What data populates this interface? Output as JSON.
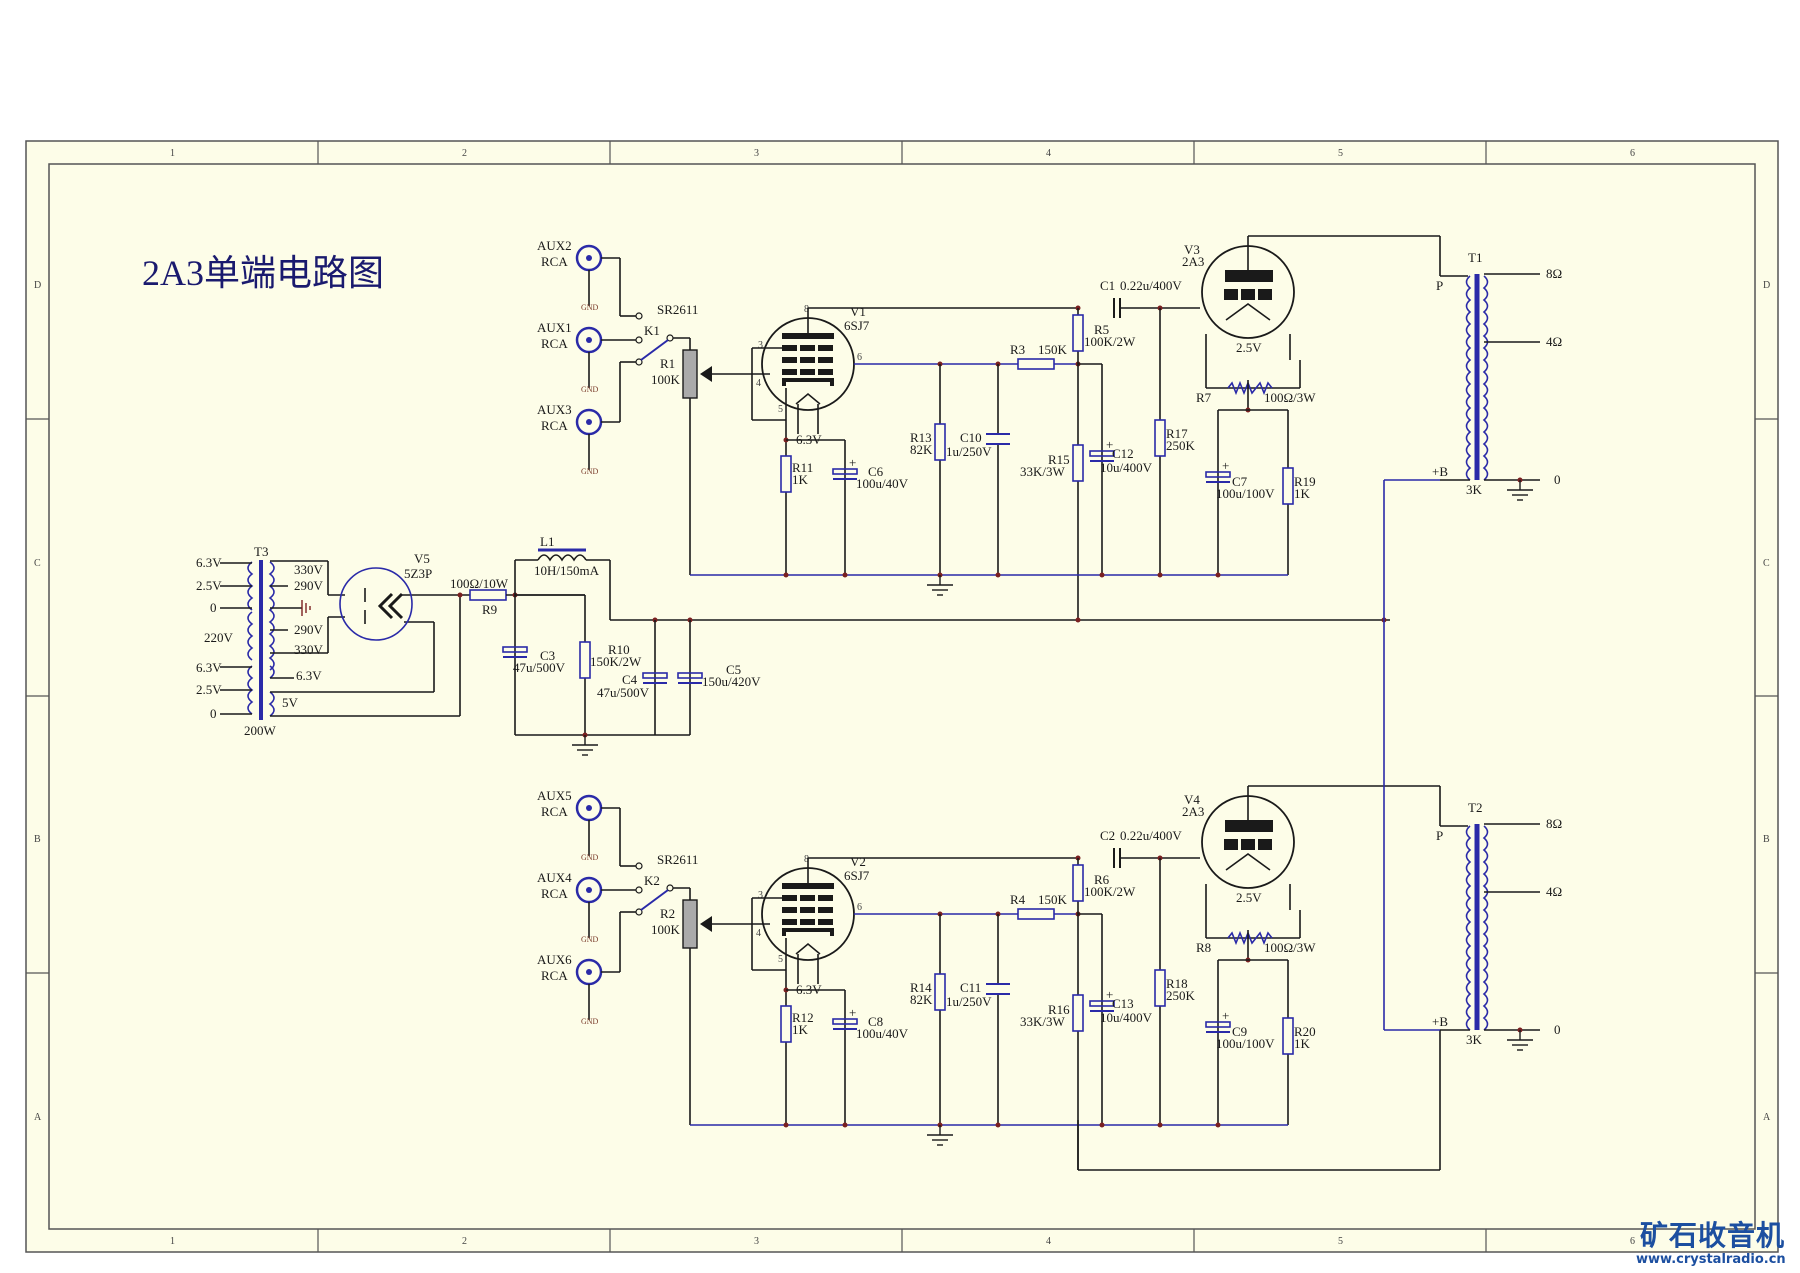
{
  "title": "2A3单端电路图",
  "frame": {
    "columns": [
      "1",
      "2",
      "3",
      "4",
      "5",
      "6"
    ],
    "rows": [
      "D",
      "C",
      "B",
      "A"
    ],
    "background": "#fdfde8"
  },
  "watermark": {
    "name": "矿石收音机",
    "url": "www.crystalradio.cn",
    "color": "#1c4fa0"
  },
  "channels": [
    {
      "id": "upper",
      "inputs": [
        {
          "ref": "AUX2",
          "type": "RCA",
          "gnd": "GND"
        },
        {
          "ref": "AUX1",
          "type": "RCA",
          "gnd": "GND"
        },
        {
          "ref": "AUX3",
          "type": "RCA",
          "gnd": "GND"
        }
      ],
      "switch": {
        "ref": "K1",
        "part": "SR2611"
      },
      "volume": {
        "ref": "R1",
        "value": "100K"
      },
      "driver": {
        "ref": "V1",
        "type": "6SJ7",
        "heater": "6.3V",
        "pins": [
          "8",
          "3",
          "6",
          "4",
          "5"
        ]
      },
      "cathode_r": {
        "ref": "R11",
        "value": "1K"
      },
      "cathode_c": {
        "ref": "C6",
        "value": "100u/40V"
      },
      "screen_r": {
        "ref": "R13",
        "value": "82K"
      },
      "screen_c": {
        "ref": "C10",
        "value": "1u/250V"
      },
      "plate_feed": {
        "ref": "R3",
        "value": "150K"
      },
      "plate_load": {
        "ref": "R5",
        "value": "100K/2W"
      },
      "decouple_r": {
        "ref": "R15",
        "value": "33K/3W"
      },
      "decouple_c": {
        "ref": "C12",
        "value": "10u/400V"
      },
      "coupling_c": {
        "ref": "C1",
        "value": "0.22u/400V"
      },
      "grid_r": {
        "ref": "R17",
        "value": "250K"
      },
      "output": {
        "ref": "V3",
        "type": "2A3",
        "heater": "2.5V"
      },
      "hum_pot": {
        "ref": "R7",
        "value": "100Ω/3W"
      },
      "bias_c": {
        "ref": "C7",
        "value": "100u/100V"
      },
      "bias_r": {
        "ref": "R19",
        "value": "1K"
      },
      "opt": {
        "ref": "T1",
        "primary": "P",
        "bplus": "+B",
        "impedance": "3K",
        "taps": [
          "8Ω",
          "4Ω",
          "0"
        ]
      }
    },
    {
      "id": "lower",
      "inputs": [
        {
          "ref": "AUX5",
          "type": "RCA",
          "gnd": "GND"
        },
        {
          "ref": "AUX4",
          "type": "RCA",
          "gnd": "GND"
        },
        {
          "ref": "AUX6",
          "type": "RCA",
          "gnd": "GND"
        }
      ],
      "switch": {
        "ref": "K2",
        "part": "SR2611"
      },
      "volume": {
        "ref": "R2",
        "value": "100K"
      },
      "driver": {
        "ref": "V2",
        "type": "6SJ7",
        "heater": "6.3V",
        "pins": [
          "8",
          "3",
          "6",
          "4",
          "5"
        ]
      },
      "cathode_r": {
        "ref": "R12",
        "value": "1K"
      },
      "cathode_c": {
        "ref": "C8",
        "value": "100u/40V"
      },
      "screen_r": {
        "ref": "R14",
        "value": "82K"
      },
      "screen_c": {
        "ref": "C11",
        "value": "1u/250V"
      },
      "plate_feed": {
        "ref": "R4",
        "value": "150K"
      },
      "plate_load": {
        "ref": "R6",
        "value": "100K/2W"
      },
      "decouple_r": {
        "ref": "R16",
        "value": "33K/3W"
      },
      "decouple_c": {
        "ref": "C13",
        "value": "10u/400V"
      },
      "coupling_c": {
        "ref": "C2",
        "value": "0.22u/400V"
      },
      "grid_r": {
        "ref": "R18",
        "value": "250K"
      },
      "output": {
        "ref": "V4",
        "type": "2A3",
        "heater": "2.5V"
      },
      "hum_pot": {
        "ref": "R8",
        "value": "100Ω/3W"
      },
      "bias_c": {
        "ref": "C9",
        "value": "100u/100V"
      },
      "bias_r": {
        "ref": "R20",
        "value": "1K"
      },
      "opt": {
        "ref": "T2",
        "primary": "P",
        "bplus": "+B",
        "impedance": "3K",
        "taps": [
          "8Ω",
          "4Ω",
          "0"
        ]
      }
    }
  ],
  "psu": {
    "transformer": {
      "ref": "T3",
      "power": "200W",
      "primary_taps": [
        "6.3V",
        "2.5V",
        "0",
        "220V",
        "6.3V",
        "2.5V",
        "0"
      ],
      "secondary_taps": [
        "330V",
        "290V",
        "290V",
        "330V",
        "6.3V",
        "5V"
      ]
    },
    "rectifier": {
      "ref": "V5",
      "type": "5Z3P"
    },
    "series_r": {
      "ref": "R9",
      "value": "100Ω/10W"
    },
    "choke": {
      "ref": "L1",
      "value": "10H/150mA"
    },
    "c3": {
      "ref": "C3",
      "value": "47u/500V"
    },
    "bleeder": {
      "ref": "R10",
      "value": "150K/2W"
    },
    "c4": {
      "ref": "C4",
      "value": "47u/500V"
    },
    "c5": {
      "ref": "C5",
      "value": "150u/420V"
    }
  }
}
